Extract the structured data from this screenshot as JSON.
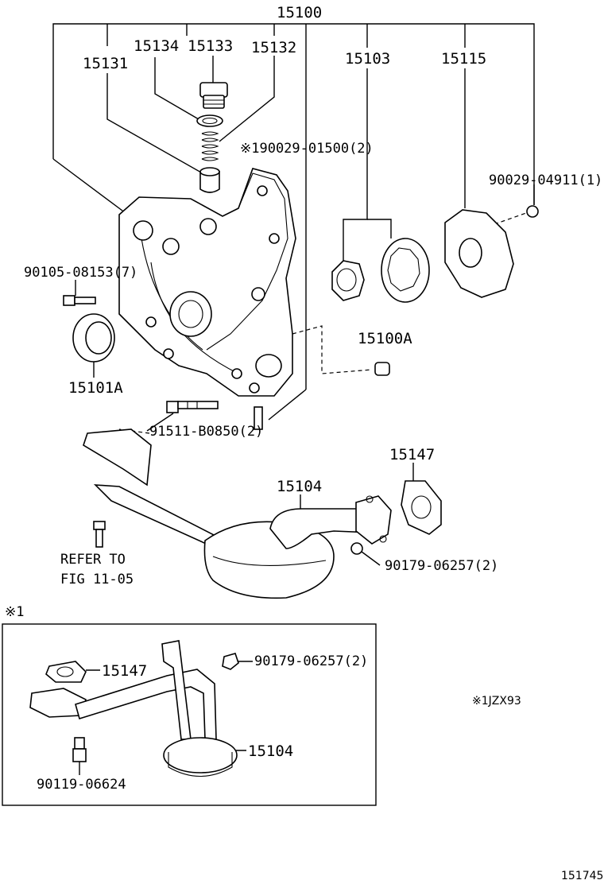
{
  "diagram": {
    "labels": {
      "l15100": "15100",
      "l15134": "15134",
      "l15133": "15133",
      "l15132": "15132",
      "l15131": "15131",
      "l15103": "15103",
      "l15115": "15115",
      "l90029_01500": "※190029-01500(2)",
      "l90029_04911": "90029-04911(1)",
      "l90105": "90105-08153(7)",
      "l15101A": "15101A",
      "l15100A": "15100A",
      "l91511": "91511-B0850(2)",
      "l15147_top": "15147",
      "l15104_top": "15104",
      "refer_line1": "REFER TO",
      "refer_line2": "FIG 11-05",
      "l90179_top": "90179-06257(2)",
      "note_mark": "※1",
      "l15147_inset": "15147",
      "l90179_inset": "90179-06257(2)",
      "l15104_inset": "15104",
      "l90119": "90119-06624",
      "note_text": "※1JZX93",
      "fig_number": "151745"
    }
  }
}
